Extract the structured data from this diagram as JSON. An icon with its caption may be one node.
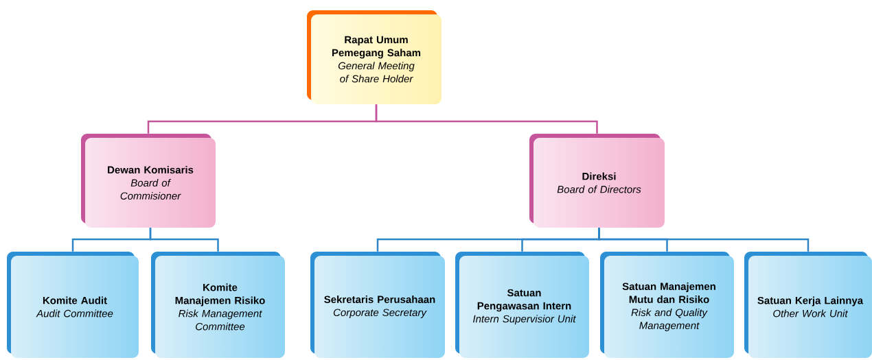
{
  "diagram": {
    "nodes": [
      {
        "text": [
          "Rapat Umum Pemegang Saham",
          "General Meeting of Share Holder"
        ]
      },
      {
        "text": [
          "Dewan Komisaris",
          "Board of Commisioner"
        ]
      },
      {
        "text": [
          "Direksi",
          "Board of Directors"
        ]
      },
      {
        "text": [
          "Komite Audit",
          "Audit Committee"
        ]
      },
      {
        "text": [
          "Komite Manajemen Risiko",
          "Risk Management Committee"
        ]
      },
      {
        "text": [
          "Sekretaris Perusahaan",
          "Corporate Secretary"
        ]
      },
      {
        "text": [
          "Satuan Pengawasan Intern",
          "Intern Supervisior Unit"
        ]
      },
      {
        "text": [
          "Satuan Manajemen Mutu dan Risiko",
          "Risk and Quality Management"
        ]
      },
      {
        "text": [
          "Satuan Kerja Lainnya",
          "Other Work Unit"
        ]
      }
    ],
    "edges": [
      {
        "from": 0,
        "to": 1,
        "arrow": "none",
        "color": "#c4549a"
      },
      {
        "from": 0,
        "to": 2,
        "arrow": "none",
        "color": "#c4549a"
      },
      {
        "from": 1,
        "to": 3,
        "arrow": "none"
      },
      {
        "from": 1,
        "to": 4,
        "arrow": "none"
      },
      {
        "from": 2,
        "to": 5,
        "arrow": "none"
      },
      {
        "from": 2,
        "to": 6,
        "arrow": "none"
      },
      {
        "from": 2,
        "to": 7,
        "arrow": "none"
      },
      {
        "from": 2,
        "to": 8,
        "arrow": "none"
      }
    ]
  }
}
